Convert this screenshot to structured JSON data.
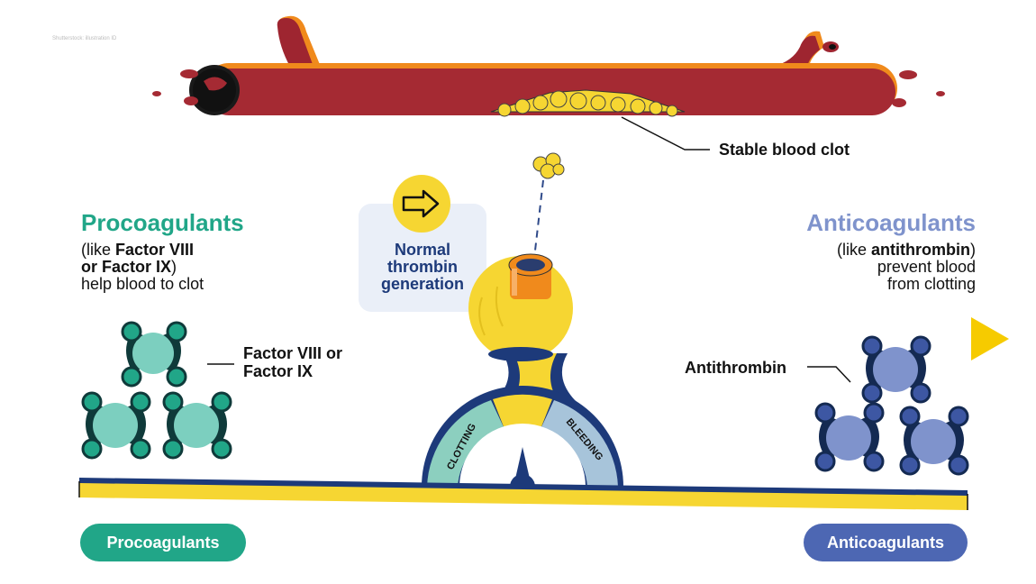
{
  "watermark": "Shutterstock: illustration ID",
  "clot_label": "Stable blood clot",
  "procoagulants": {
    "title": "Procoagulants",
    "line1_a": "(like ",
    "line1_b": "Factor VIII",
    "line2_a": "or Factor IX",
    "line2_b": ")",
    "line3": "help blood to clot",
    "factor_label_1": "Factor VIII or",
    "factor_label_2": "Factor IX",
    "button": "Procoagulants"
  },
  "anticoagulants": {
    "title": "Anticoagulants",
    "line1_a": "(like ",
    "line1_b": "antithrombin",
    "line1_c": ")",
    "line2": "prevent blood",
    "line3": "from clotting",
    "factor_label": "Antithrombin",
    "button": "Anticoagulants"
  },
  "thrombin_box": {
    "line1": "Normal",
    "line2": "thrombin",
    "line3": "generation",
    "icon": "arrow-right-icon"
  },
  "gauge": {
    "left_label": "CLOTTING",
    "right_label": "BLEEDING"
  },
  "colors": {
    "green": "#21a688",
    "green_light": "#7ccfbf",
    "blue": "#7f93cc",
    "blue_dark": "#4d67b3",
    "navy": "#16305f",
    "yellow": "#f6d632",
    "orange": "#f08a1c",
    "vessel": "#a52a33"
  }
}
